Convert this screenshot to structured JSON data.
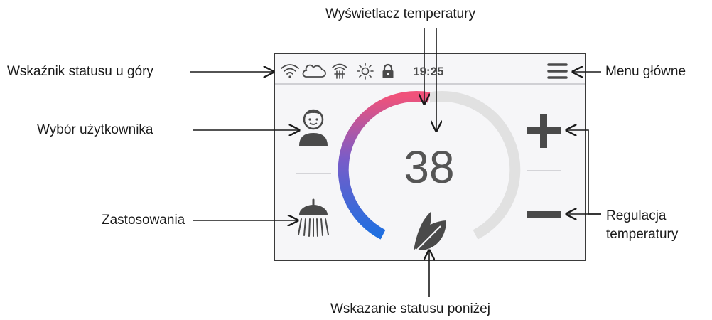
{
  "panel": {
    "status_bar": {
      "icons": [
        "wifi-icon",
        "cloud-icon",
        "signal-tower-icon",
        "sun-icon",
        "lock-icon"
      ],
      "time": "19:25",
      "menu_icon": "hamburger-menu-icon"
    },
    "user_icon": "user-avatar-icon",
    "application_icon": "shower-icon",
    "temperature": "38",
    "eco_icon": "leaf-icon",
    "increase_icon": "plus-icon",
    "decrease_icon": "minus-icon",
    "colors": {
      "arc_hot": "#f0527a",
      "arc_mid": "#7a5cc8",
      "arc_cold": "#1f6fe0",
      "arc_track": "#e1e1e1",
      "icon": "#4a4a4a"
    }
  },
  "callouts": {
    "temperature_display": "Wyświetlacz temperatury",
    "status_top": "Wskaźnik statusu u góry",
    "main_menu": "Menu główne",
    "user_select": "Wybór użytkownika",
    "applications": "Zastosowania",
    "temp_adjust_line1": "Regulacja",
    "temp_adjust_line2": "temperatury",
    "status_bottom": "Wskazanie statusu poniżej"
  }
}
